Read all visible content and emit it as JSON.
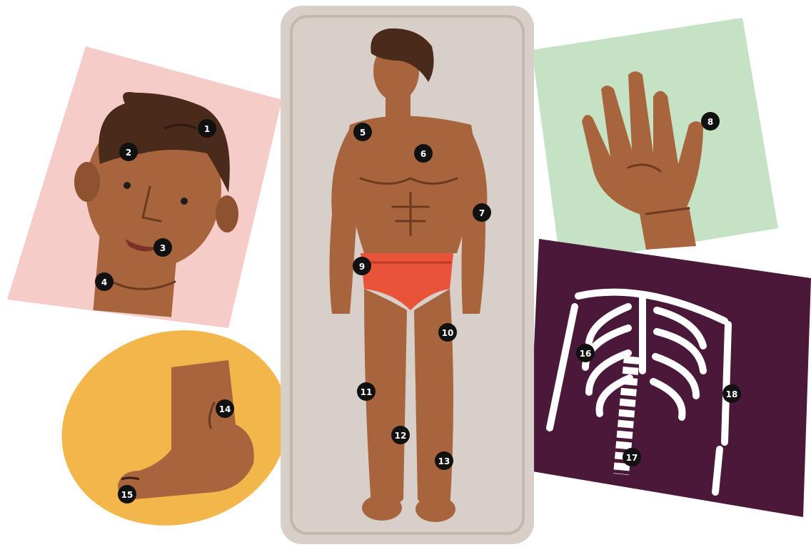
{
  "colors": {
    "face_card": "#f6ccc8",
    "body_panel": "#d8cfc9",
    "hand_card": "#c5e2c5",
    "skeleton_card": "#4a1838",
    "foot_oval": "#f3b64a",
    "skin": "#a8643d",
    "hair": "#4a2a1a",
    "underwear": "#e8533a",
    "marker": "#111111"
  },
  "markers": [
    {
      "label": "1",
      "icon": "number-marker"
    },
    {
      "label": "2",
      "icon": "number-marker"
    },
    {
      "label": "3",
      "icon": "number-marker"
    },
    {
      "label": "4",
      "icon": "number-marker"
    },
    {
      "label": "5",
      "icon": "number-marker"
    },
    {
      "label": "6",
      "icon": "number-marker"
    },
    {
      "label": "7",
      "icon": "number-marker"
    },
    {
      "label": "8",
      "icon": "number-marker"
    },
    {
      "label": "9",
      "icon": "number-marker"
    },
    {
      "label": "10",
      "icon": "number-marker"
    },
    {
      "label": "11",
      "icon": "number-marker"
    },
    {
      "label": "12",
      "icon": "number-marker"
    },
    {
      "label": "13",
      "icon": "number-marker"
    },
    {
      "label": "14",
      "icon": "number-marker"
    },
    {
      "label": "15",
      "icon": "number-marker"
    },
    {
      "label": "16",
      "icon": "number-marker"
    },
    {
      "label": "17",
      "icon": "number-marker"
    },
    {
      "label": "18",
      "icon": "number-marker"
    }
  ]
}
